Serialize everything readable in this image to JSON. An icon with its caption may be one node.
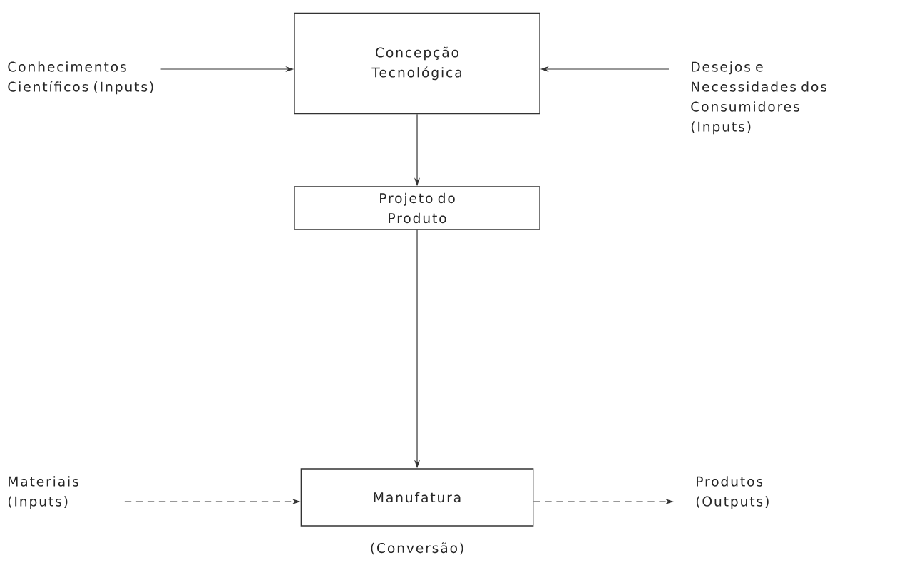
{
  "diagram": {
    "nodes": [
      {
        "text": [
          "Conhecimentos Científicos (Inputs)"
        ]
      },
      {
        "text": [
          "Concepção Tecnológica"
        ]
      },
      {
        "text": [
          "Desejos e Necessidades dos Consumidores (Inputs)"
        ]
      },
      {
        "text": [
          "Projeto do Produto"
        ]
      },
      {
        "text": [
          "Materiais (Inputs)"
        ]
      },
      {
        "text": [
          "Manufatura"
        ],
        "beside": [
          "(Conversão)"
        ]
      },
      {
        "text": [
          "Produtos (Outputs)"
        ]
      }
    ],
    "edges": [
      {
        "from": 0,
        "to": 1,
        "arrow": "to"
      },
      {
        "from": 2,
        "to": 1,
        "arrow": "to"
      },
      {
        "from": 1,
        "to": 3,
        "arrow": "to"
      },
      {
        "from": 3,
        "to": 5,
        "arrow": "to"
      },
      {
        "from": 4,
        "to": 5,
        "arrow": "to",
        "style": "dashed"
      },
      {
        "from": 5,
        "to": 6,
        "arrow": "to",
        "style": "dashed"
      }
    ]
  }
}
